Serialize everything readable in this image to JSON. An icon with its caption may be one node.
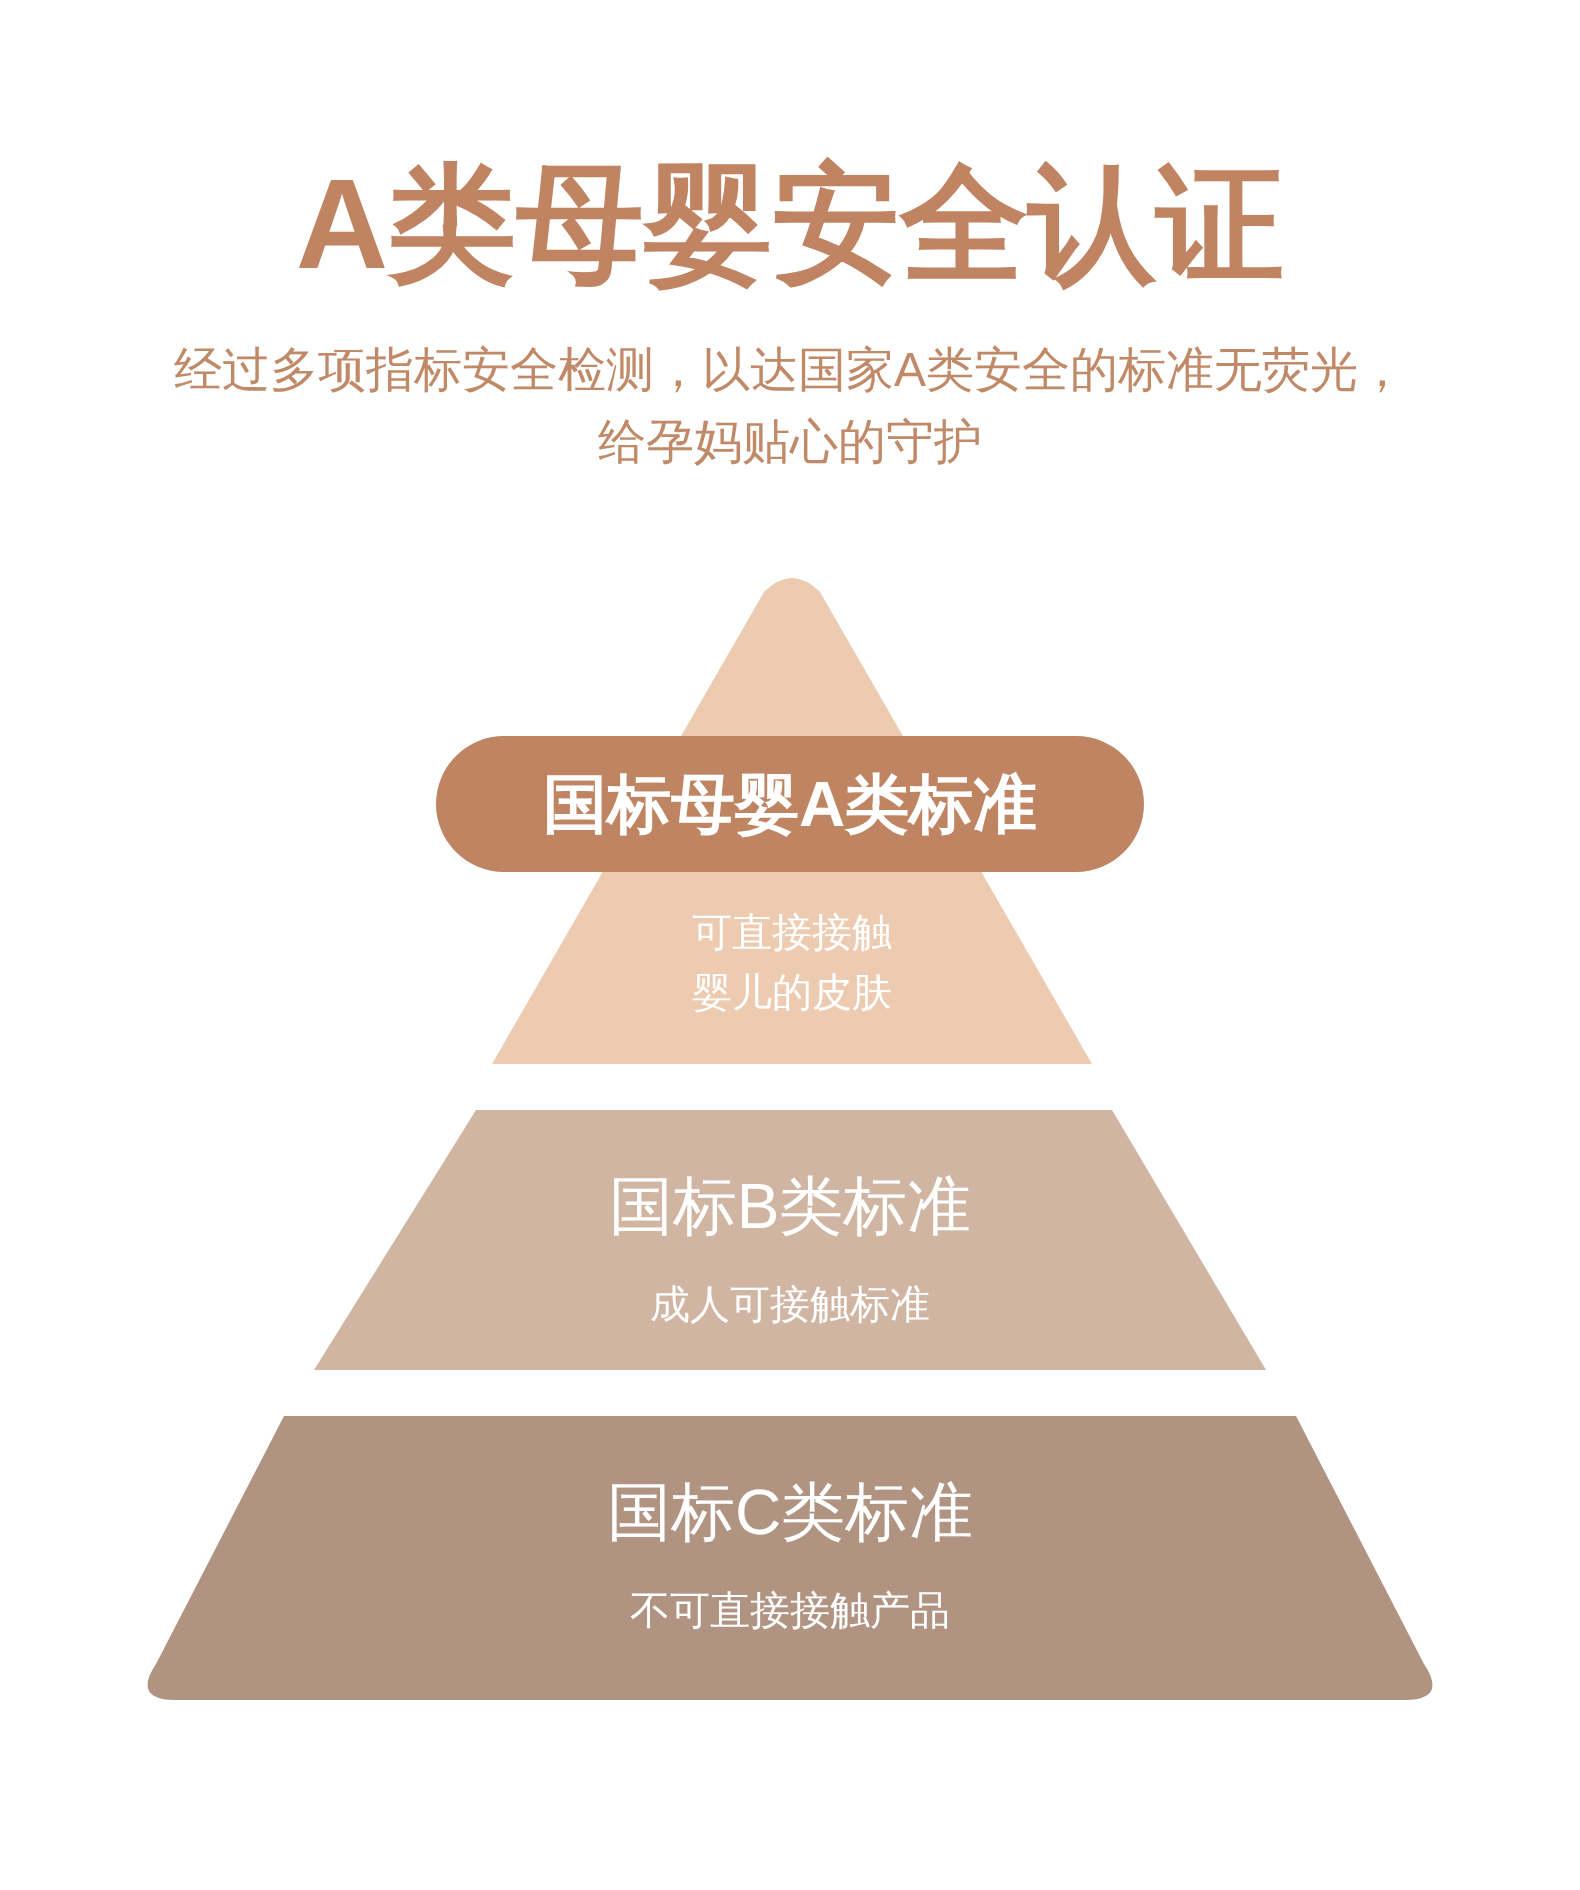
{
  "diagram": {
    "title": "A类母婴安全认证",
    "nodes": [
      {
        "text": [
          "可直接接触婴儿的皮肤"
        ]
      },
      {
        "text": [
          "国标母婴A类标准"
        ]
      },
      {
        "text": [
          "国标B类标准",
          "成人可接触标准"
        ]
      },
      {
        "text": [
          "国标C类标准",
          "不可直接接触产品"
        ]
      }
    ],
    "labels": [
      "经过多项指标安全检测，以达国家A类安全的标准无荧光，给孕妈贴心的守护"
    ]
  }
}
